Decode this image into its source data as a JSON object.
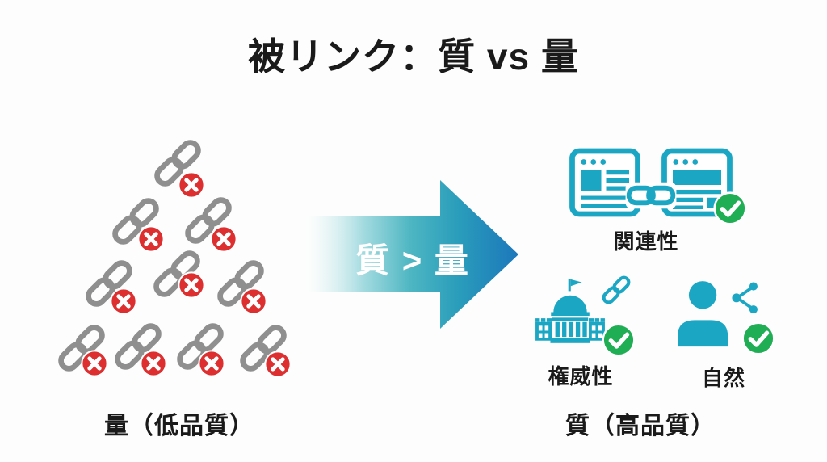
{
  "title": "被リンク：質 vs 量",
  "left_group": {
    "label": "量（低品質）",
    "icon": "broken-chain-pyramid",
    "chain_count": 10,
    "x_badge_count": 10,
    "chain_color": "#8F8F8F",
    "x_badge_color": "#DD2F2F",
    "x_badge_icon": "red-x"
  },
  "arrow": {
    "label": "質 > 量",
    "direction": "right",
    "gradient_start": "#FFFFFF",
    "gradient_mid": "#3AAFBE",
    "gradient_end": "#1C77BB"
  },
  "right_group": {
    "label": "質（高品質）",
    "icon_color": "#1BA7C4",
    "check_color": "#1FAE53",
    "check_icon": "green-check",
    "items": [
      {
        "label": "関連性",
        "icon": "linked-webpages-icon"
      },
      {
        "label": "権威性",
        "icon": "government-building-icon"
      },
      {
        "label": "自然",
        "icon": "person-share-icon"
      }
    ]
  }
}
